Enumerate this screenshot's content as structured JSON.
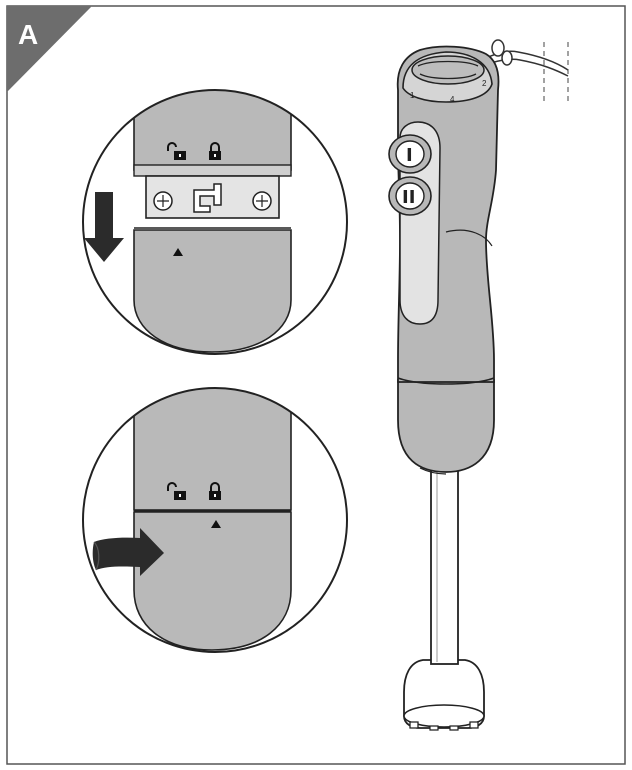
{
  "panel": {
    "label": "A"
  },
  "blender": {
    "speed_button_1_label": "I",
    "speed_button_2_label": "II",
    "cap_markers": [
      "1",
      "4",
      "2"
    ]
  },
  "detail_top": {
    "arrow_direction": "down"
  },
  "detail_bottom": {
    "arrow_direction": "right"
  },
  "icons": [
    "unlock-icon",
    "lock-icon",
    "align-triangle-icon",
    "screw-icon",
    "arrow-down-icon",
    "arrow-right-icon"
  ],
  "colors": {
    "badge": "#6d6d6d",
    "body_gray": "#b8b8b8",
    "light_gray": "#d7d7d7",
    "line": "#2a2a2a",
    "arrow": "#2b2b2b"
  }
}
